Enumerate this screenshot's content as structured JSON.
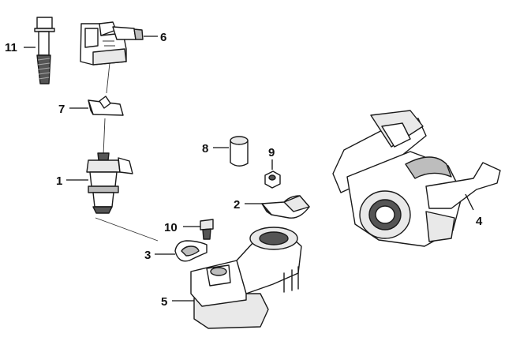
{
  "diagram": {
    "colors": {
      "ink": "#1a1a1a",
      "shade_light": "#e9e9e9",
      "shade_mid": "#bdbdbd",
      "shade_dark": "#555555"
    },
    "parts": [
      {
        "id": "p1",
        "callout": "1"
      },
      {
        "id": "p2",
        "callout": "2"
      },
      {
        "id": "p3",
        "callout": "3"
      },
      {
        "id": "p4",
        "callout": "4"
      },
      {
        "id": "p5",
        "callout": "5"
      },
      {
        "id": "p6",
        "callout": "6"
      },
      {
        "id": "p7",
        "callout": "7"
      },
      {
        "id": "p8",
        "callout": "8"
      },
      {
        "id": "p9",
        "callout": "9"
      },
      {
        "id": "p10",
        "callout": "10"
      },
      {
        "id": "p11",
        "callout": "11"
      }
    ]
  }
}
